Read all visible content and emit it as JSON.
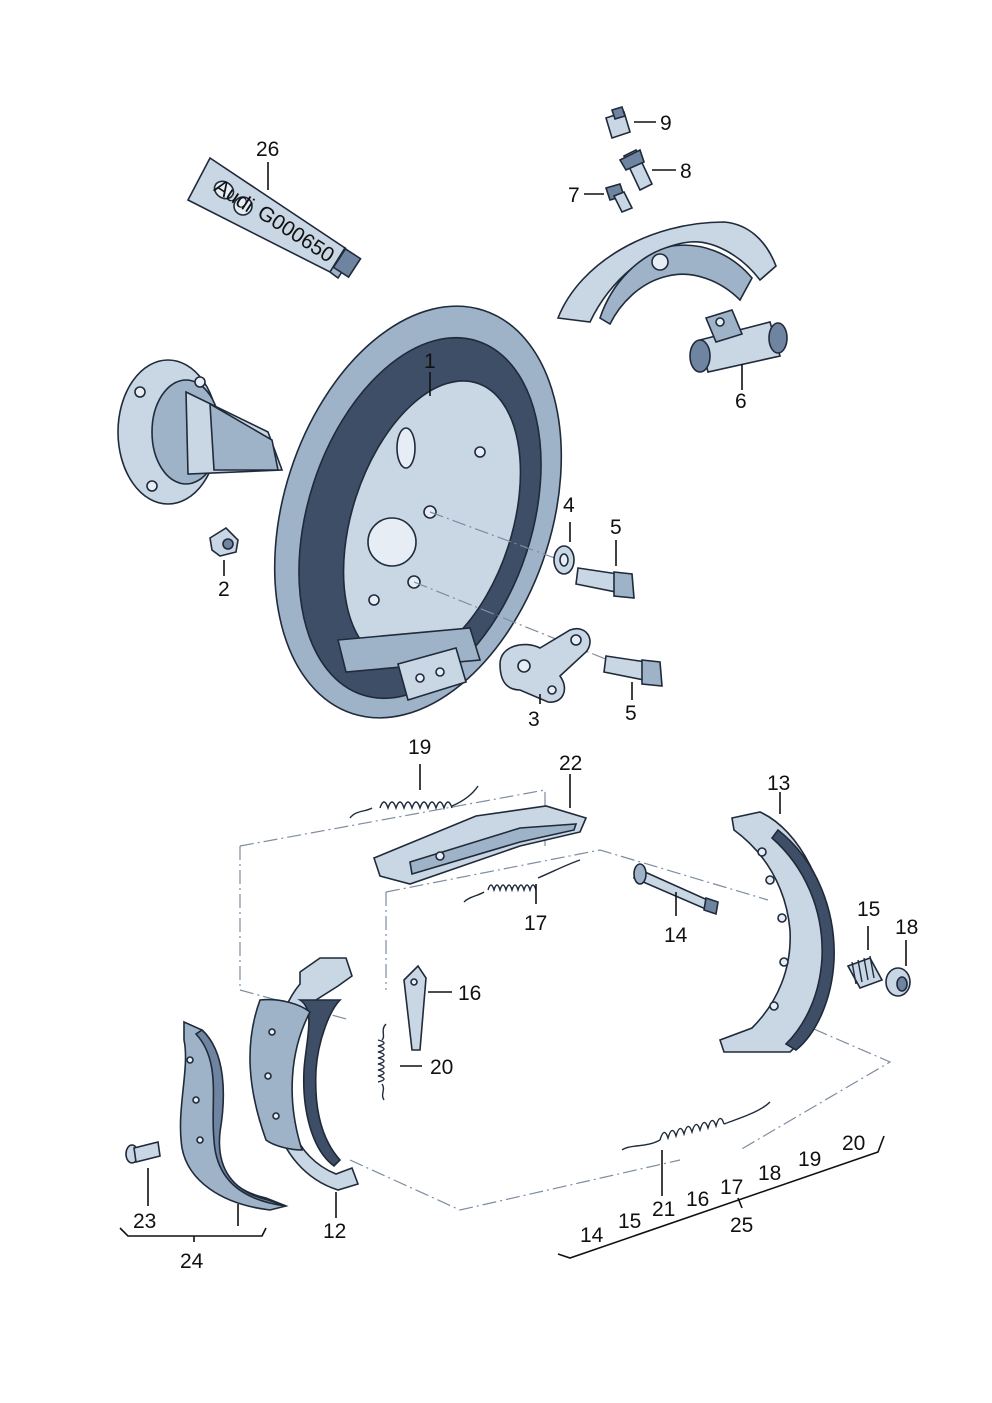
{
  "diagram": {
    "part_labels": {
      "p1": "1",
      "p2": "2",
      "p3": "3",
      "p4": "4",
      "p5a": "5",
      "p5b": "5",
      "p6": "6",
      "p7": "7",
      "p8": "8",
      "p9": "9",
      "p12": "12",
      "p13": "13",
      "p14": "14",
      "p15": "15",
      "p16": "16",
      "p17": "17",
      "p18": "18",
      "p19": "19",
      "p20": "20",
      "p21": "21",
      "p22": "22",
      "p23": "23",
      "p24": "24",
      "p26": "26"
    },
    "tube_text": "G000650",
    "tube_brand": "Audi",
    "kit_group": {
      "label": "25",
      "items": [
        "14",
        "15",
        "21",
        "16",
        "17",
        "18",
        "19",
        "20"
      ]
    }
  },
  "colors": {
    "metal_light": "#c9d6e4",
    "metal_mid": "#9fb3c8",
    "metal_dark": "#3e4e66",
    "leader": "#111111"
  }
}
